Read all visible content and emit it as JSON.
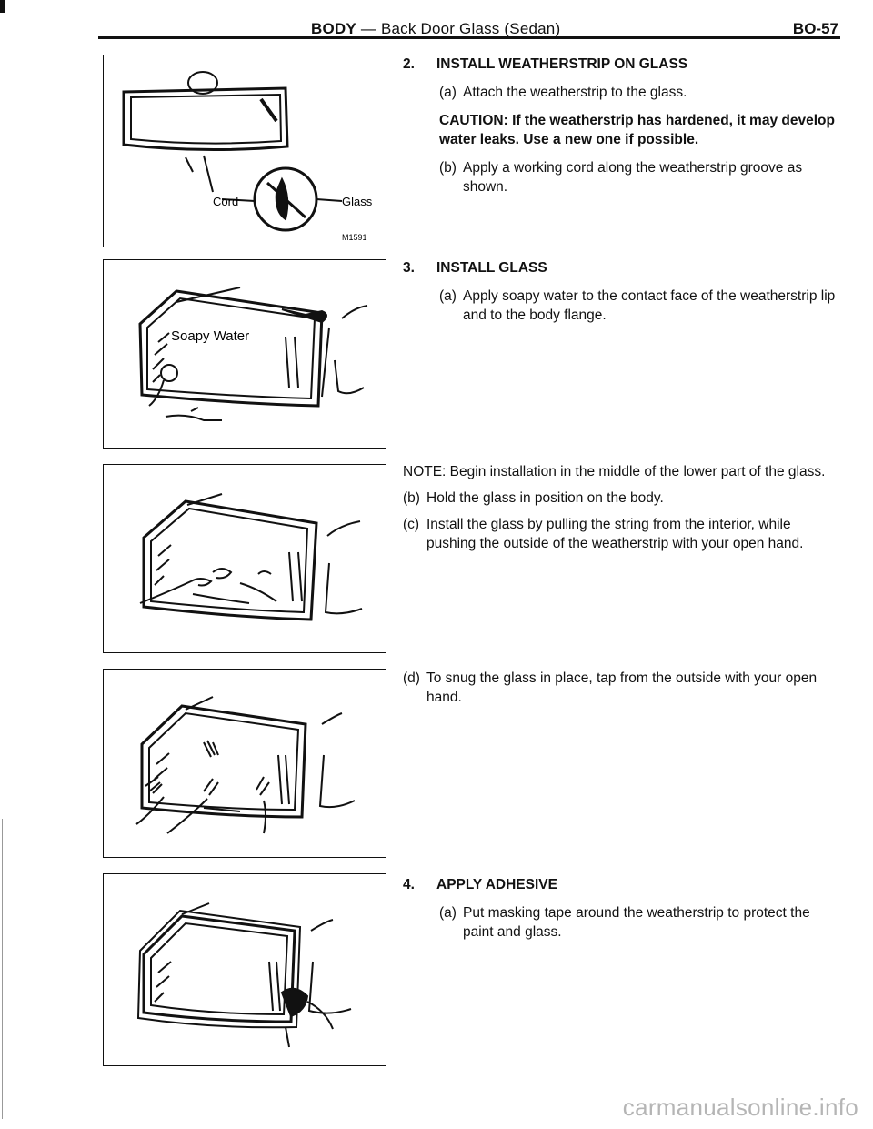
{
  "header": {
    "section": "BODY",
    "dash": " — ",
    "subtitle": "Back Door Glass (Sedan)",
    "page_code": "BO-57"
  },
  "figures": {
    "fig1": {
      "label_cord": "Cord",
      "label_glass": "Glass",
      "code": "M1591"
    },
    "fig2": {
      "label_water": "Soapy Water"
    }
  },
  "steps": {
    "s2": {
      "num": "2.",
      "title": "INSTALL WEATHERSTRIP ON GLASS",
      "a_lbl": "(a)",
      "a_text": "Attach the weatherstrip to the glass.",
      "caution": "CAUTION: If the weatherstrip has hardened, it may develop water leaks. Use a new one if possible.",
      "b_lbl": "(b)",
      "b_text": "Apply a working cord along the weatherstrip groove as shown."
    },
    "s3": {
      "num": "3.",
      "title": "INSTALL GLASS",
      "a_lbl": "(a)",
      "a_text": "Apply soapy water to the contact face of the weatherstrip lip and to the body flange.",
      "note": "NOTE: Begin installation in the middle of the lower part of the glass.",
      "b_lbl": "(b)",
      "b_text": "Hold the glass in position on the body.",
      "c_lbl": "(c)",
      "c_text": "Install the glass by pulling the string from the interior, while pushing the outside of the weatherstrip with your open hand.",
      "d_lbl": "(d)",
      "d_text": "To snug the glass in place, tap from the outside with your open hand."
    },
    "s4": {
      "num": "4.",
      "title": "APPLY ADHESIVE",
      "a_lbl": "(a)",
      "a_text": "Put masking tape around the weatherstrip to protect the paint and glass."
    }
  },
  "watermark": "carmanualsonline.info"
}
